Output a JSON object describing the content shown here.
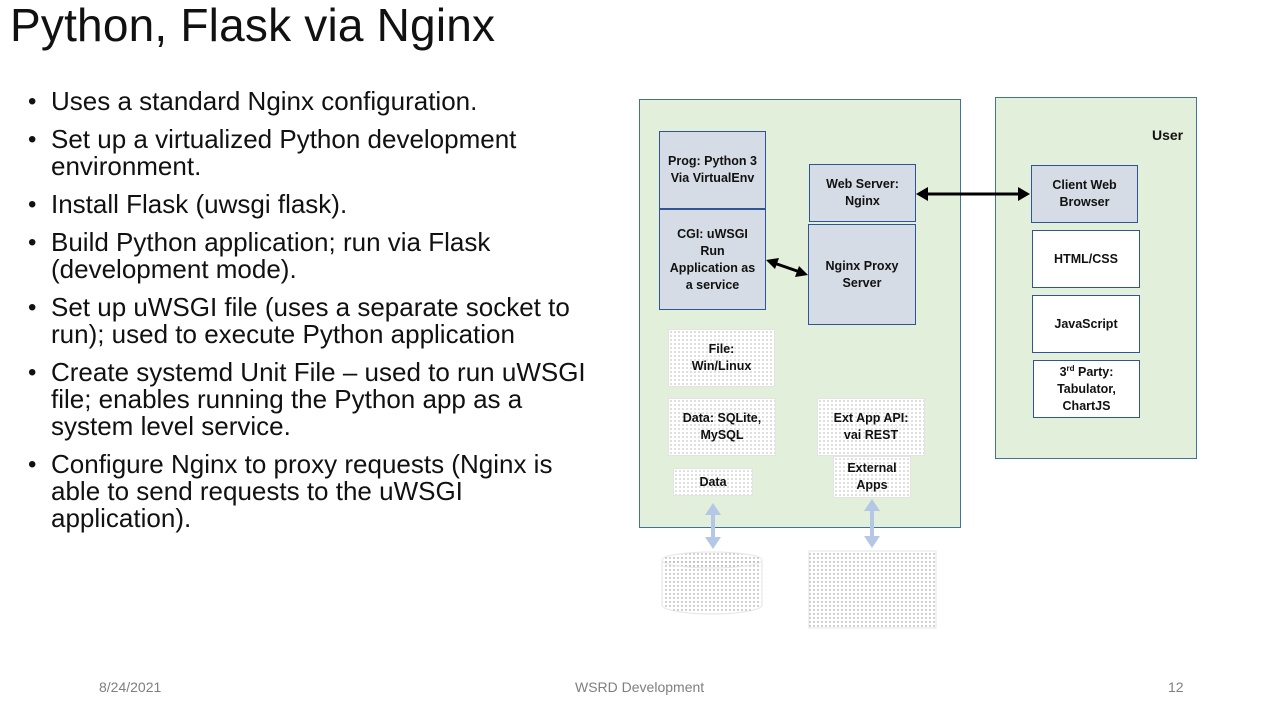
{
  "slide": {
    "title": "Python, Flask via Nginx",
    "bullets": [
      "Uses a standard Nginx configuration.",
      "Set up a virtualized Python development environment.",
      "Install Flask (uwsgi flask).",
      "Build Python application; run via Flask (development mode).",
      "Set up uWSGI file (uses a separate socket to run); used to execute Python application",
      "Create  systemd Unit File – used to run uWSGI file; enables running the Python app as a system level service.",
      "Configure Nginx to proxy requests (Nginx is able to send requests to the uWSGI application)."
    ],
    "footer": {
      "date": "8/24/2021",
      "center": "WSRD Development",
      "page": "12"
    }
  },
  "diagram": {
    "server": {
      "prog": "Prog: Python 3 Via VirtualEnv",
      "cgi": "CGI: uWSGI Run Application as a service",
      "web_server": "Web Server: Nginx",
      "proxy": "Nginx Proxy Server",
      "file": "File: Win/Linux",
      "data_store": "Data: SQLite, MySQL",
      "data": "Data",
      "ext_api": "Ext App API: vai REST",
      "external_apps": "External Apps"
    },
    "client": {
      "label": "User",
      "browser": "Client Web Browser",
      "html": "HTML/CSS",
      "js": "JavaScript",
      "third_party_prefix": "3",
      "third_party_sup": "rd",
      "third_party_rest": " Party: Tabulator, ChartJS"
    }
  },
  "colors": {
    "panel_fill": "#e2efda",
    "box_fill": "#d6dce5",
    "border": "#2f5597",
    "light_arrow": "#b4c7e7"
  }
}
